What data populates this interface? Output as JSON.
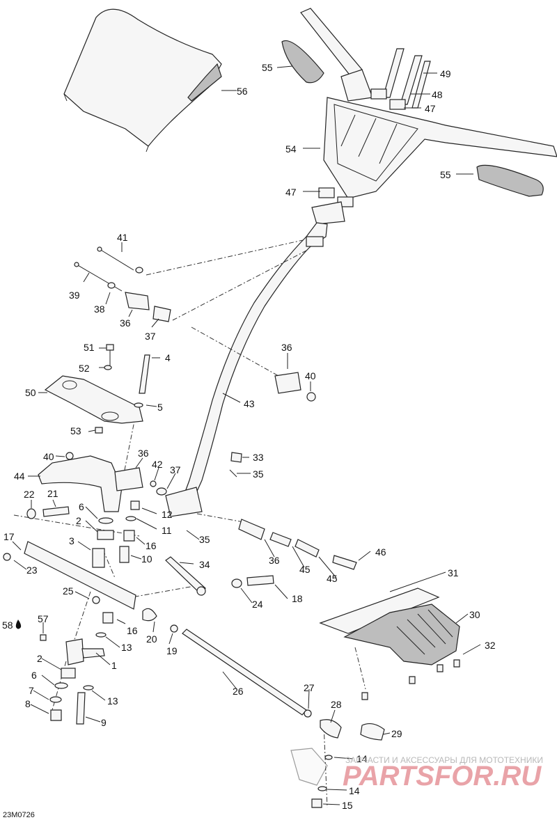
{
  "diagram": {
    "code": "23M0726",
    "callouts": [
      "55",
      "56",
      "49",
      "48",
      "47",
      "54",
      "55",
      "47",
      "41",
      "39",
      "38",
      "36",
      "37",
      "36",
      "40",
      "43",
      "51",
      "4",
      "52",
      "50",
      "5",
      "53",
      "40",
      "36",
      "33",
      "42",
      "35",
      "44",
      "37",
      "22",
      "21",
      "6",
      "12",
      "2",
      "11",
      "3",
      "16",
      "35",
      "17",
      "10",
      "23",
      "34",
      "36",
      "45",
      "46",
      "45",
      "31",
      "25",
      "16",
      "18",
      "24",
      "30",
      "58",
      "57",
      "20",
      "19",
      "13",
      "32",
      "2",
      "1",
      "6",
      "26",
      "27",
      "7",
      "13",
      "8",
      "9",
      "28",
      "29",
      "14",
      "14",
      "15"
    ],
    "watermark_line1": "ЗАПЧАСТИ И АКСЕССУАРЫ ДЛЯ МОТОТЕХНИКИ",
    "watermark_line2": "PARTSFOR.RU"
  },
  "colors": {
    "line": "#222222",
    "watermark": "#e9a3a8",
    "fill": "#f6f6f6"
  },
  "icons": {
    "oil_drop": "oil-drop-icon"
  }
}
